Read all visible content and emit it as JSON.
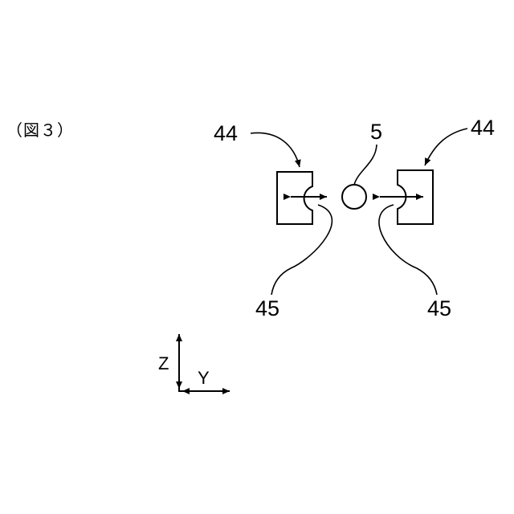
{
  "figure": {
    "label": "（図３）"
  },
  "references": {
    "left_block": "44",
    "right_block": "44",
    "center_rod": "5",
    "left_recess": "45",
    "right_recess": "45"
  },
  "axes": {
    "vertical": "Z",
    "horizontal": "Y"
  }
}
